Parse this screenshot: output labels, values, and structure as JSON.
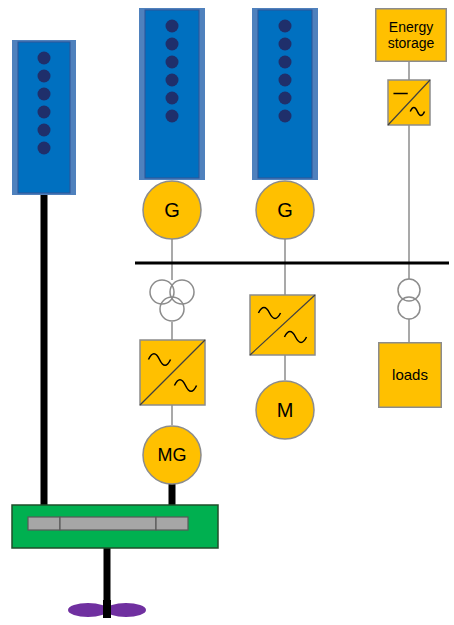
{
  "diagram": {
    "nodes": [
      {
        "text": [
          "Energy storage"
        ]
      },
      {
        "text": [
          "G"
        ]
      },
      {
        "text": [
          "G"
        ]
      },
      {
        "text": [
          "loads"
        ]
      },
      {
        "text": [
          "M"
        ]
      },
      {
        "text": [
          "MG"
        ]
      }
    ]
  }
}
